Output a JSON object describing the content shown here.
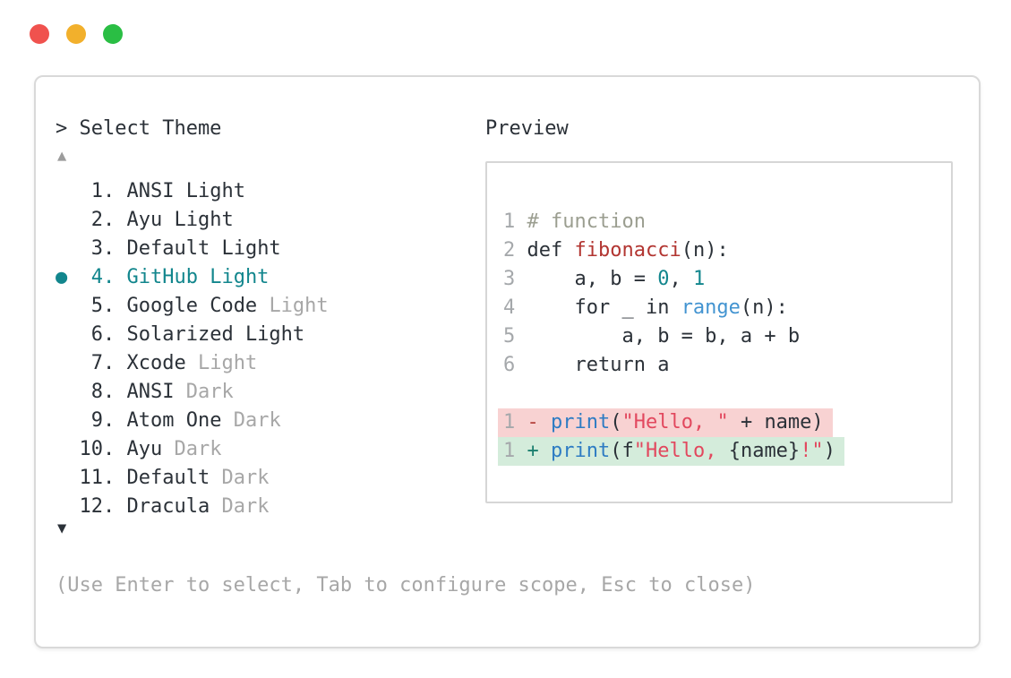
{
  "palette": {
    "text": "#2b3138",
    "muted": "#a7a7a7",
    "teal": "#12868d",
    "blue": "#2e7cc3",
    "lightblue": "#4394d1",
    "funcred": "#b23531",
    "stringred": "#e2485e",
    "comment": "#9b9e90",
    "linenum": "#a5a8ab",
    "delsign": "#b5423d",
    "addsign": "#1a7e6e",
    "delbg": "#f8d2d2",
    "addbg": "#d4ecdb",
    "border": "#d9d9d9",
    "pborder": "#d6d6d6",
    "arrowmuted": "#9c9c9c",
    "tlclose": "#f0524e",
    "tlmin": "#f2b02c",
    "tlmax": "#2abe44"
  },
  "window_controls": {
    "buttons": [
      "close",
      "minimize",
      "maximize"
    ]
  },
  "selector": {
    "title": "> Select Theme",
    "scroll_up": "▲",
    "scroll_down": "▼",
    "selected_marker": "●",
    "items": [
      {
        "num": " 1.",
        "name": "ANSI",
        "suffix": "Light",
        "suffix_muted": false,
        "selected": false
      },
      {
        "num": " 2.",
        "name": "Ayu",
        "suffix": "Light",
        "suffix_muted": false,
        "selected": false
      },
      {
        "num": " 3.",
        "name": "Default",
        "suffix": "Light",
        "suffix_muted": false,
        "selected": false
      },
      {
        "num": " 4.",
        "name": "GitHub",
        "suffix": "Light",
        "suffix_muted": false,
        "selected": true
      },
      {
        "num": " 5.",
        "name": "Google Code",
        "suffix": "Light",
        "suffix_muted": true,
        "selected": false
      },
      {
        "num": " 6.",
        "name": "Solarized",
        "suffix": "Light",
        "suffix_muted": false,
        "selected": false
      },
      {
        "num": " 7.",
        "name": "Xcode",
        "suffix": "Light",
        "suffix_muted": true,
        "selected": false
      },
      {
        "num": " 8.",
        "name": "ANSI",
        "suffix": "Dark",
        "suffix_muted": true,
        "selected": false
      },
      {
        "num": " 9.",
        "name": "Atom One",
        "suffix": "Dark",
        "suffix_muted": true,
        "selected": false
      },
      {
        "num": "10.",
        "name": "Ayu",
        "suffix": "Dark",
        "suffix_muted": true,
        "selected": false
      },
      {
        "num": "11.",
        "name": "Default",
        "suffix": "Dark",
        "suffix_muted": true,
        "selected": false
      },
      {
        "num": "12.",
        "name": "Dracula",
        "suffix": "Dark",
        "suffix_muted": true,
        "selected": false
      }
    ]
  },
  "preview": {
    "label": "Preview",
    "code_lines": [
      {
        "num": "1",
        "segments": [
          [
            " # function",
            "comment"
          ]
        ]
      },
      {
        "num": "2",
        "segments": [
          [
            " def ",
            "text"
          ],
          [
            "fibonacci",
            "func"
          ],
          [
            "(n):",
            "text"
          ]
        ]
      },
      {
        "num": "3",
        "segments": [
          [
            "     a, b = ",
            "text"
          ],
          [
            "0",
            "teal"
          ],
          [
            ", ",
            "text"
          ],
          [
            "1",
            "teal"
          ]
        ]
      },
      {
        "num": "4",
        "segments": [
          [
            "     for _ in ",
            "text"
          ],
          [
            "range",
            "lightblue"
          ],
          [
            "(n):",
            "text"
          ]
        ]
      },
      {
        "num": "5",
        "segments": [
          [
            "         a, b = b, a + b",
            "text"
          ]
        ]
      },
      {
        "num": "6",
        "segments": [
          [
            "     return a",
            "text"
          ]
        ]
      }
    ],
    "diff_lines": [
      {
        "num": "1",
        "kind": "del",
        "segments": [
          [
            " ",
            "text"
          ],
          [
            "-",
            "delsign"
          ],
          [
            " ",
            "text"
          ],
          [
            "print",
            "blue"
          ],
          [
            "(",
            "text"
          ],
          [
            "\"Hello, \"",
            "string"
          ],
          [
            " + name)",
            "text"
          ]
        ]
      },
      {
        "num": "1",
        "kind": "add",
        "segments": [
          [
            " ",
            "text"
          ],
          [
            "+",
            "addsign"
          ],
          [
            " ",
            "text"
          ],
          [
            "print",
            "blue"
          ],
          [
            "(f",
            "text"
          ],
          [
            "\"Hello, ",
            "string"
          ],
          [
            "{name}",
            "text"
          ],
          [
            "!\"",
            "string"
          ],
          [
            ")",
            "text"
          ]
        ]
      }
    ]
  },
  "footer": {
    "hint": "(Use Enter to select, Tab to configure scope, Esc to close)"
  }
}
